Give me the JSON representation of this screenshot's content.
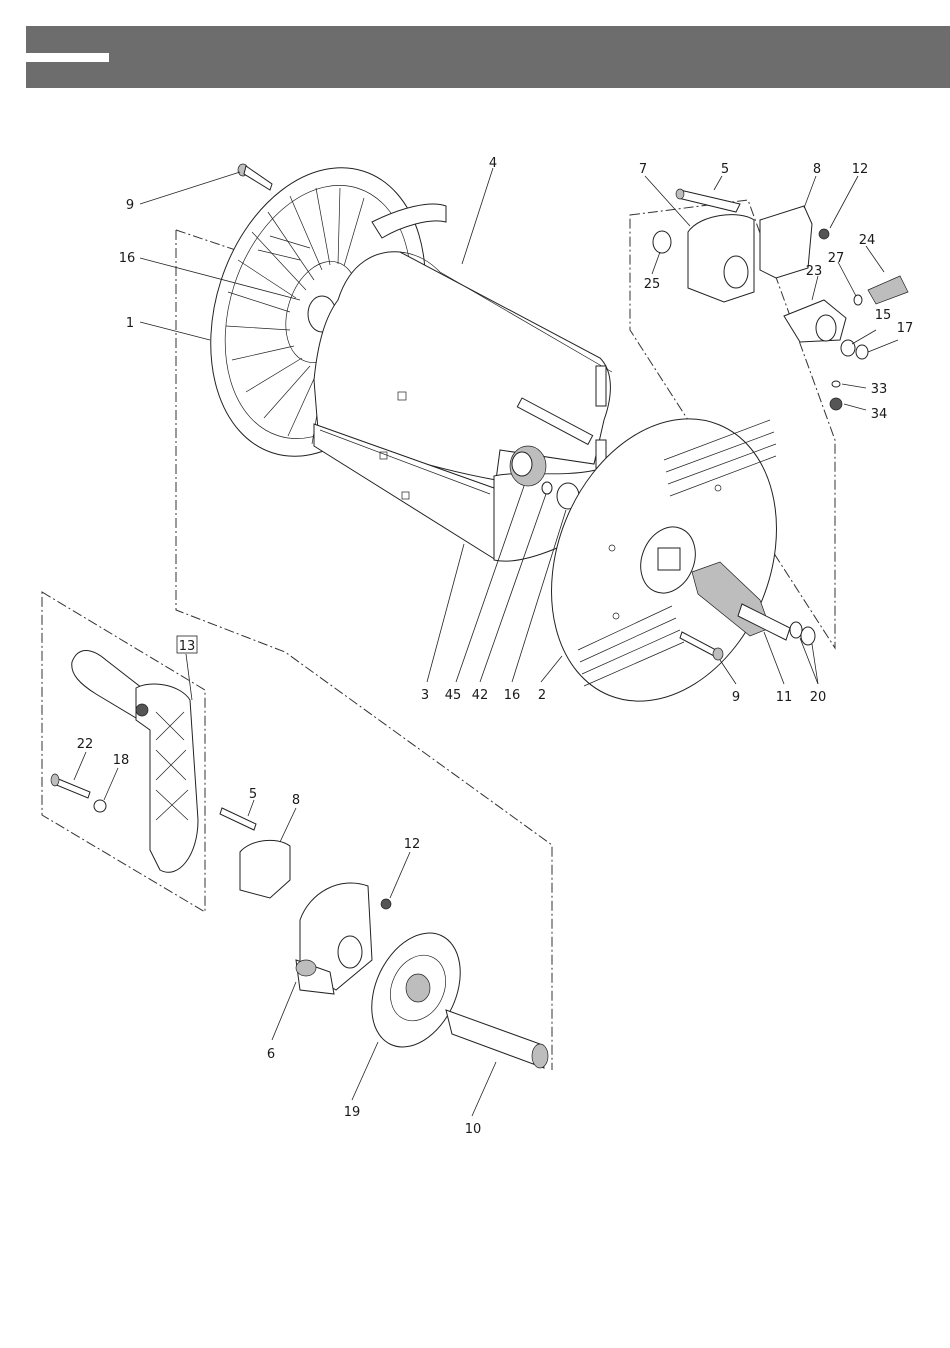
{
  "header": {
    "accent": "#6d6d6d"
  },
  "callouts": {
    "c1": "1",
    "c2": "2",
    "c3": "3",
    "c4": "4",
    "c5a": "5",
    "c5b": "5",
    "c6": "6",
    "c7": "7",
    "c8a": "8",
    "c8b": "8",
    "c9a": "9",
    "c9b": "9",
    "c10": "10",
    "c11": "11",
    "c12a": "12",
    "c12b": "12",
    "c13": "13",
    "c15": "15",
    "c16a": "16",
    "c16b": "16",
    "c17": "17",
    "c18": "18",
    "c19": "19",
    "c20": "20",
    "c22": "22",
    "c23": "23",
    "c24": "24",
    "c25": "25",
    "c27": "27",
    "c33": "33",
    "c34": "34",
    "c42": "42",
    "c45": "45"
  }
}
